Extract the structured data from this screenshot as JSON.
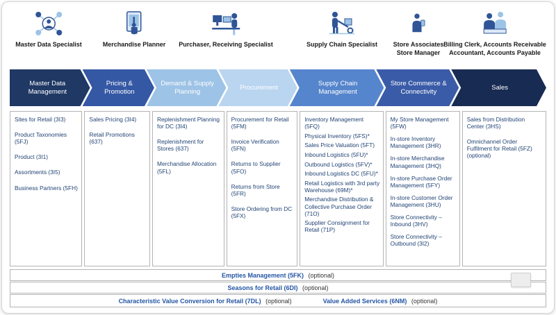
{
  "colors": {
    "stage_colors": [
      "#1F3864",
      "#3558A4",
      "#9DC3E6",
      "#B9D5F0",
      "#5585CC",
      "#3A5CA8",
      "#182B52"
    ],
    "item_text": "#1F4273",
    "band_name_text": "#2456A4",
    "icon_primary": "#2F5597",
    "icon_accent": "#9DC3E6"
  },
  "personas": [
    {
      "icon": "network-person-icon",
      "lines": [
        "Master Data Specialist"
      ]
    },
    {
      "icon": "tablet-touch-icon",
      "lines": [
        "Merchandise Planner"
      ]
    },
    {
      "icon": "workstation-icon",
      "lines": [
        "Purchaser, Receiving Specialist"
      ]
    },
    {
      "icon": "forklift-icon",
      "lines": [
        "Supply Chain Specialist"
      ]
    },
    {
      "icon": "mobile-user-icon",
      "lines": [
        "Store Associates",
        "Store Manager"
      ]
    },
    {
      "icon": "billing-team-icon",
      "lines": [
        "Billing Clerk, Accounts Receivable",
        "Accountant, Accounts Payable"
      ]
    }
  ],
  "stages": [
    {
      "label": "Master Data Management",
      "color": "#1F3864",
      "items": [
        "Sites for Retail (3I3)",
        "Product Taxonomies (5FJ)",
        "Product (3I1)",
        "Assortments (3I5)",
        "Business Partners (5FH)"
      ]
    },
    {
      "label": "Pricing & Promotion",
      "color": "#3558A4",
      "items": [
        "Sales Pricing (3I4)",
        "Retail Promotions (637)"
      ]
    },
    {
      "label": "Demand & Supply Planning",
      "color": "#9DC3E6",
      "items": [
        "Replenishment Planning for DC (3I4)",
        "Replenishment for Stores (637)",
        "Merchandise Allocation (5FL)"
      ]
    },
    {
      "label": "Procurement",
      "color": "#B9D5F0",
      "items": [
        "Procurement for Retail (5FM)",
        "Invoice Verification (5FN)",
        "Returns to Supplier (5FO)",
        "Returns from Store (5FR)",
        "Store Ordering from DC (5FX)"
      ]
    },
    {
      "label": "Supply Chain Management",
      "color": "#5585CC",
      "items": [
        "Inventory Management (5FQ)",
        "Physical Inventory (5FS)*",
        "Sales Price Valuation (5FT)",
        "Inbound Logistics (5FU)*",
        "Outbound Logistics (5FV)*",
        "Inbound Logistics DC (5FU)*",
        "Retail Logistics with 3rd party Warehouse (69M)*",
        "Merchandise Distribution & Collective Purchase Order (71O)",
        "Supplier Consignment for Retail (71P)"
      ]
    },
    {
      "label": "Store Commerce & Connectivity",
      "color": "#3A5CA8",
      "items": [
        "My Store Management (5FW)",
        "In-store Inventory Management (3HR)",
        "In-store Merchandise Management (3HQ)",
        "In-store Purchase Order Management (5FY)",
        "In-store Customer Order Management (3HU)",
        "Store Connectivity – Inbound (3HV)",
        "Store Connectivity – Outbound (3I2)"
      ]
    },
    {
      "label": "Sales",
      "color": "#182B52",
      "items": [
        "Sales from Distribution Center (3HS)",
        "Omnichannel Order Fulfilment for Retail (5FZ) (optional)"
      ]
    }
  ],
  "bands": [
    {
      "entries": [
        {
          "name": "Empties Management (5FK)",
          "suffix": "(optional)"
        }
      ]
    },
    {
      "entries": [
        {
          "name": "Seasons for Retail (6DI)",
          "suffix": "(optional)"
        }
      ]
    },
    {
      "entries": [
        {
          "name": "Characteristic Value Conversion for Retail (7DL)",
          "suffix": "(optional)"
        },
        {
          "name": "Value Added Services (6NM)",
          "suffix": "(optional)"
        }
      ]
    }
  ]
}
